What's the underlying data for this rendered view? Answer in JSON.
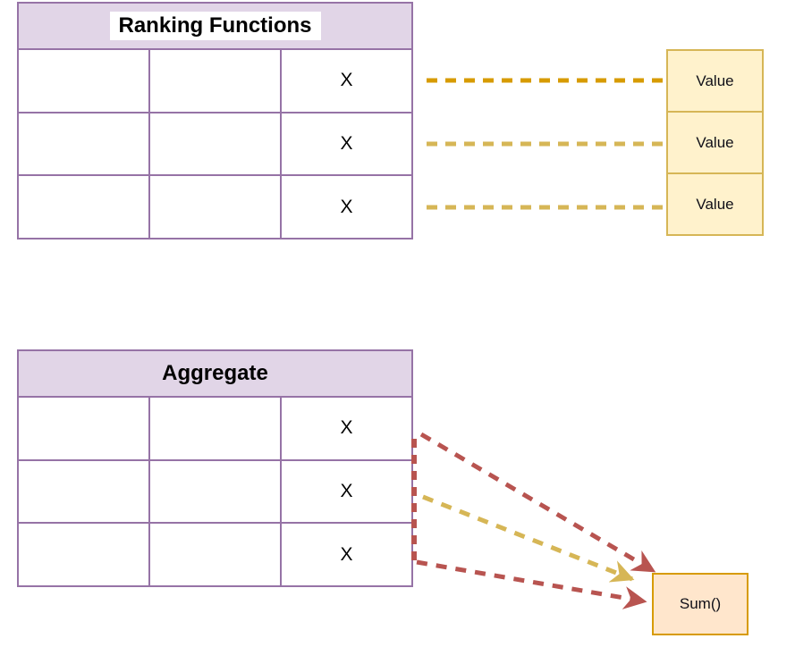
{
  "ranking_table": {
    "title": "Ranking Functions",
    "rows": [
      {
        "cells": [
          "",
          "",
          "X"
        ]
      },
      {
        "cells": [
          "",
          "",
          "X"
        ]
      },
      {
        "cells": [
          "",
          "",
          "X"
        ]
      }
    ]
  },
  "aggregate_table": {
    "title": "Aggregate",
    "rows": [
      {
        "cells": [
          "",
          "",
          "X"
        ]
      },
      {
        "cells": [
          "",
          "",
          "X"
        ]
      },
      {
        "cells": [
          "",
          "",
          "X"
        ]
      }
    ]
  },
  "value_boxes": [
    {
      "label": "Value"
    },
    {
      "label": "Value"
    },
    {
      "label": "Value"
    }
  ],
  "sum_box": {
    "label": "Sum()"
  },
  "connections": {
    "ranking_to_values": [
      {
        "from": "ranking-row-1",
        "to": "value-box-1",
        "style": "dashed-line",
        "color": "#D79B00"
      },
      {
        "from": "ranking-row-2",
        "to": "value-box-2",
        "style": "dashed-line",
        "color": "#D6B656"
      },
      {
        "from": "ranking-row-3",
        "to": "value-box-3",
        "style": "dashed-line",
        "color": "#D6B656"
      }
    ],
    "aggregate_to_sum": [
      {
        "from": "aggregate-row-1",
        "to": "sum-box",
        "style": "dashed-arrow",
        "color": "#B85450"
      },
      {
        "from": "aggregate-row-2",
        "to": "sum-box",
        "style": "dashed-arrow",
        "color": "#D6B656"
      },
      {
        "from": "aggregate-row-3",
        "to": "sum-box",
        "style": "dashed-arrow",
        "color": "#B85450"
      }
    ]
  },
  "colors": {
    "table_header_fill": "#E1D5E7",
    "table_border": "#9673A6",
    "value_fill": "#FFF2CC",
    "value_border": "#D6B656",
    "sum_fill": "#FFE6CC",
    "sum_border": "#D79B00",
    "connector_orange": "#D79B00",
    "connector_tan": "#D6B656",
    "connector_red": "#B85450"
  }
}
